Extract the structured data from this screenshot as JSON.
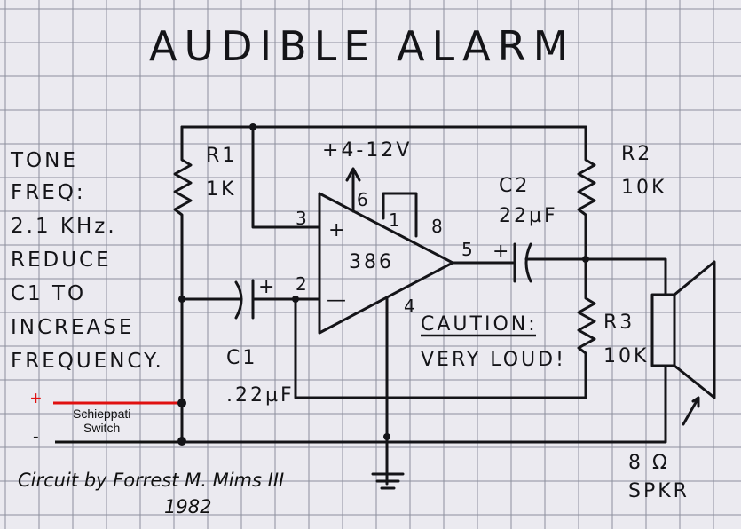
{
  "title": "AUDIBLE ALARM",
  "supply": "+4-12V",
  "ic": {
    "label": "386",
    "pins": [
      "1",
      "2",
      "3",
      "4",
      "5",
      "6",
      "8"
    ],
    "plus": "+",
    "minus": "—"
  },
  "r1": {
    "name": "R1",
    "value": "1K"
  },
  "r2": {
    "name": "R2",
    "value": "10K"
  },
  "r3": {
    "name": "R3",
    "value": "10K"
  },
  "c1": {
    "name": "C1",
    "value": ".22µF",
    "polarity": "+"
  },
  "c2": {
    "name": "C2",
    "value": "22µF",
    "polarity": "+"
  },
  "note": [
    "TONE",
    "FREQ:",
    "2.1 KHz.",
    "REDUCE",
    "C1 TO",
    "INCREASE",
    "FREQUENCY."
  ],
  "caution": {
    "heading": "CAUTION:",
    "text": "VERY LOUD!"
  },
  "speaker": {
    "value": "8 Ω",
    "name": "SPKR"
  },
  "switch": {
    "plus": "+",
    "minus": "-",
    "line1": "Schieppati",
    "line2": "Switch"
  },
  "credit": {
    "line1": "Circuit by Forrest M. Mims III",
    "line2": "1982"
  },
  "colors": {
    "paper": "#ebeaf0",
    "grid": "#8c8f9e",
    "ink": "#141418",
    "switch_wire": "#e01010"
  }
}
